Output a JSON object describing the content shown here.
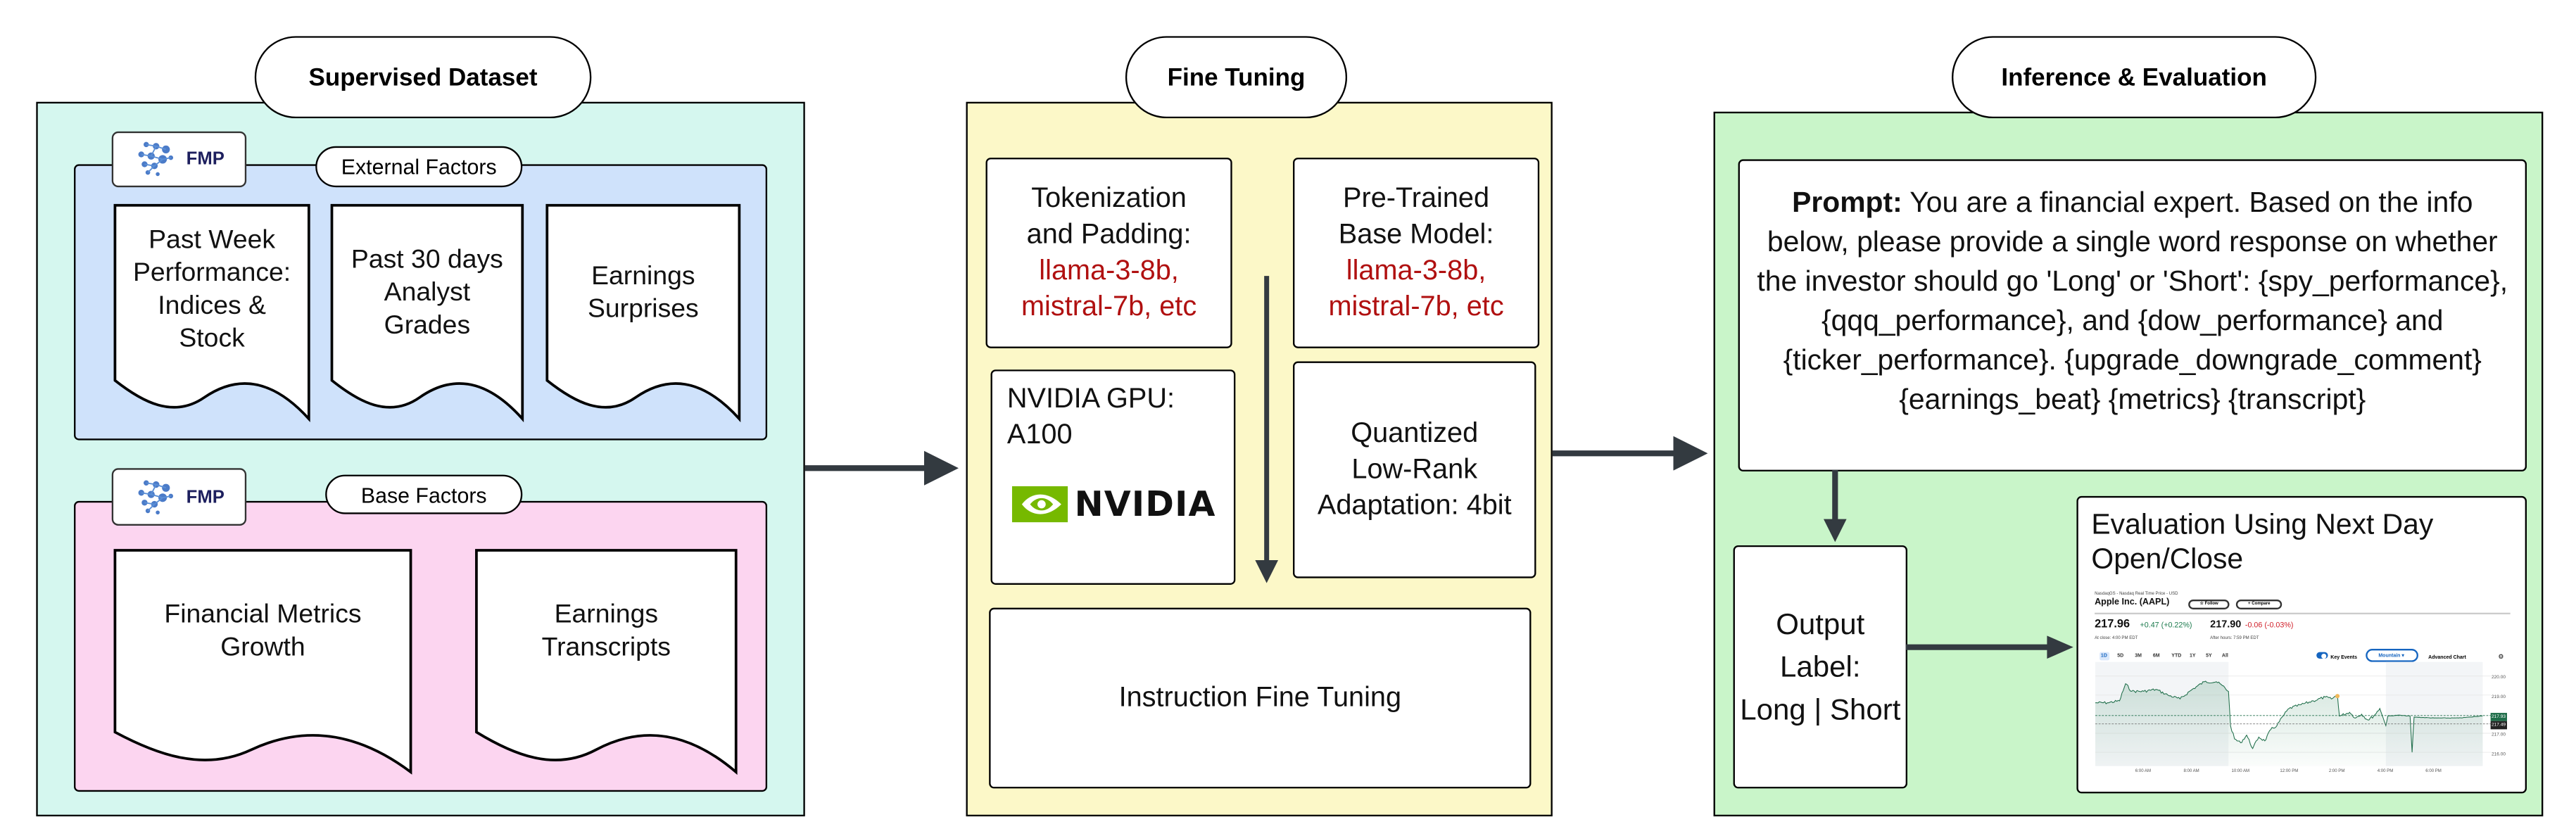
{
  "sections": {
    "dataset": {
      "title": "Supervised Dataset",
      "external": {
        "label": "External Factors",
        "logo_text": "FMP",
        "docs": [
          [
            "Past Week",
            "Performance:",
            "Indices &",
            "Stock"
          ],
          [
            "Past 30 days",
            "Analyst",
            "Grades"
          ],
          [
            "Earnings",
            "Surprises"
          ]
        ]
      },
      "base": {
        "label": "Base Factors",
        "logo_text": "FMP",
        "docs": [
          [
            "Financial Metrics",
            "Growth"
          ],
          [
            "Earnings",
            "Transcripts"
          ]
        ]
      }
    },
    "finetune": {
      "title": "Fine Tuning",
      "tokenization": {
        "lines": [
          "Tokenization",
          "and Padding:"
        ],
        "models": [
          "llama-3-8b,",
          "mistral-7b, etc"
        ]
      },
      "pretrained": {
        "lines": [
          "Pre-Trained",
          "Base Model:"
        ],
        "models": [
          "llama-3-8b,",
          "mistral-7b, etc"
        ]
      },
      "gpu": {
        "lines": [
          "NVIDIA GPU:",
          "A100"
        ],
        "logo_text": "NVIDIA"
      },
      "quantized": {
        "lines": [
          "Quantized",
          "Low-Rank",
          "Adaptation: 4bit"
        ]
      },
      "instruction": "Instruction Fine Tuning"
    },
    "inference": {
      "title": "Inference & Evaluation",
      "prompt_label": "Prompt:",
      "prompt_text": " You are a financial expert. Based on the info below, please provide a single word response on whether the investor should go 'Long' or 'Short': {spy_performance}, {qqq_performance}, and {dow_performance} and {ticker_performance}. {upgrade_downgrade_comment} {earnings_beat} {metrics} {transcript}",
      "output": [
        "Output Label:",
        "Long | Short"
      ],
      "eval_title": "Evaluation Using Next Day Open/Close"
    }
  },
  "colors": {
    "dataset_bg": "#d5f7ef",
    "external_bg": "#cfe2fb",
    "base_bg": "#fcd5f0",
    "finetune_bg": "#fcf8c8",
    "inference_bg": "#c9f5c9",
    "model_text": "#b01010",
    "arrow": "#333a40",
    "nvidia_green": "#76b900"
  },
  "stock": {
    "source": "NasdaqGS - Nasdaq Real Time Price - USD",
    "name": "Apple Inc. (AAPL)",
    "follow": "☆ Follow",
    "compare": "+ Compare",
    "price": "217.96",
    "change": "+0.47 (+0.22%)",
    "close_note": "At close: 4:00 PM EDT",
    "ah_price": "217.90",
    "ah_change": "-0.06 (-0.03%)",
    "ah_note": "After hours: 7:59 PM EDT",
    "ranges": [
      "1D",
      "5D",
      "3M",
      "6M",
      "YTD",
      "1Y",
      "5Y",
      "All"
    ],
    "key_events": "Key Events",
    "chart_type": "Mountain",
    "advanced": "Advanced Chart",
    "up_color": "#1a7a4c",
    "down_color": "#d0202a"
  },
  "chart_data": {
    "type": "area",
    "x_ticks": [
      "6:00 AM",
      "8:00 AM",
      "10:00 AM",
      "12:00 PM",
      "2:00 PM",
      "4:00 PM",
      "6:00 PM"
    ],
    "y_ticks": [
      "220.00",
      "219.00",
      "217.00",
      "216.00"
    ],
    "ylim": [
      215.5,
      220.7
    ],
    "current_label": "217.93",
    "prev_close_label": "217.49",
    "current": 217.93,
    "prev_close": 217.49,
    "series": [
      [
        "04:00",
        218.6
      ],
      [
        "04:30",
        218.6
      ],
      [
        "05:00",
        218.7
      ],
      [
        "05:15",
        219.6
      ],
      [
        "05:30",
        219.2
      ],
      [
        "06:00",
        219.2
      ],
      [
        "06:30",
        219.3
      ],
      [
        "07:00",
        219.0
      ],
      [
        "07:30",
        218.8
      ],
      [
        "08:00",
        219.3
      ],
      [
        "08:30",
        219.7
      ],
      [
        "09:00",
        219.7
      ],
      [
        "09:15",
        219.5
      ],
      [
        "09:30",
        219.2
      ],
      [
        "09:35",
        217.4
      ],
      [
        "09:45",
        216.7
      ],
      [
        "10:00",
        216.5
      ],
      [
        "10:15",
        216.9
      ],
      [
        "10:30",
        216.2
      ],
      [
        "10:45",
        216.8
      ],
      [
        "11:00",
        216.6
      ],
      [
        "11:15",
        217.2
      ],
      [
        "11:30",
        217.4
      ],
      [
        "11:45",
        217.9
      ],
      [
        "12:00",
        218.3
      ],
      [
        "12:30",
        218.5
      ],
      [
        "13:00",
        218.7
      ],
      [
        "13:30",
        218.9
      ],
      [
        "13:45",
        218.8
      ],
      [
        "14:00",
        219.0
      ],
      [
        "14:05",
        217.9
      ],
      [
        "14:30",
        218.1
      ],
      [
        "14:45",
        217.8
      ],
      [
        "15:00",
        218.0
      ],
      [
        "15:15",
        217.7
      ],
      [
        "15:30",
        217.9
      ],
      [
        "15:45",
        218.3
      ],
      [
        "16:00",
        217.4
      ],
      [
        "16:05",
        217.9
      ],
      [
        "16:30",
        217.95
      ],
      [
        "17:00",
        217.9
      ],
      [
        "17:05",
        216.0
      ],
      [
        "17:10",
        217.85
      ],
      [
        "18:00",
        217.8
      ],
      [
        "19:00",
        217.8
      ],
      [
        "19:30",
        217.85
      ],
      [
        "20:00",
        217.92
      ]
    ],
    "event_marker": [
      "14:00",
      218.95
    ]
  }
}
